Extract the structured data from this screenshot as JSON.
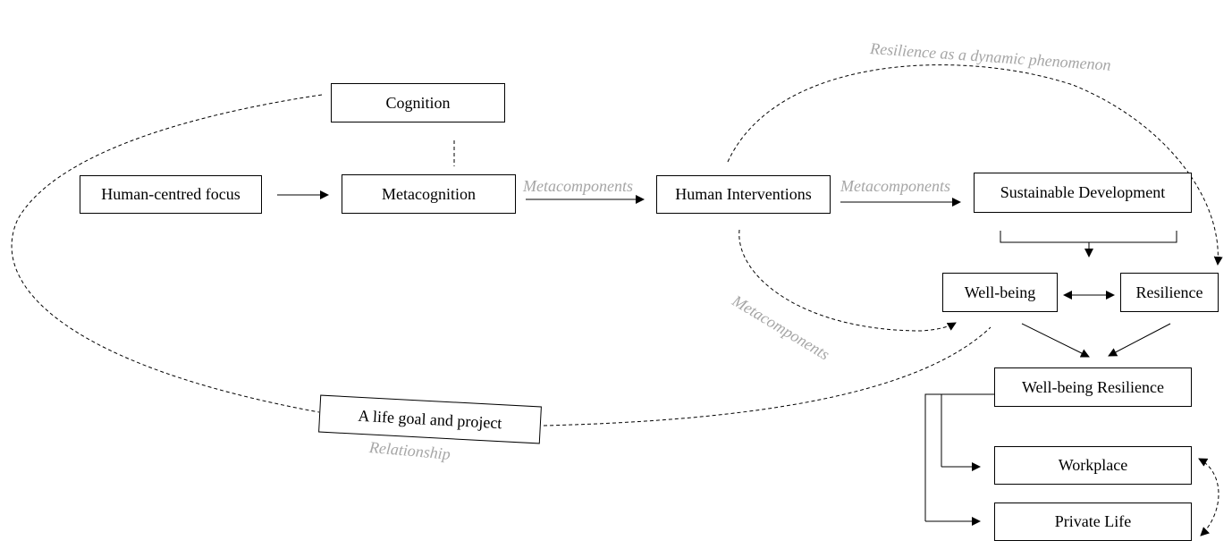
{
  "nodes": {
    "cognition": "Cognition",
    "human_centred_focus": "Human-centred focus",
    "metacognition": "Metacognition",
    "human_interventions": "Human Interventions",
    "sustainable_development": "Sustainable Development",
    "well_being": "Well-being",
    "resilience": "Resilience",
    "well_being_resilience": "Well-being Resilience",
    "workplace": "Workplace",
    "private_life": "Private Life",
    "life_goal": "A life goal and project"
  },
  "edge_labels": {
    "metacomponents_1": "Metacomponents",
    "metacomponents_2": "Metacomponents",
    "metacomponents_3": "Metacomponents",
    "resilience_dynamic": "Resilience as a dynamic phenomenon",
    "relationship": "Relationship"
  },
  "colors": {
    "line": "#000000",
    "label_gray": "#a6a6a6"
  }
}
